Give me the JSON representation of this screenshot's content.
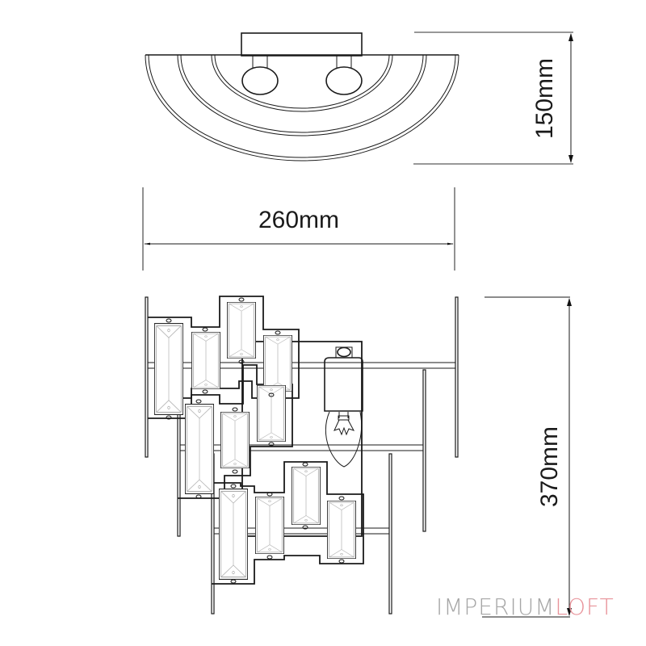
{
  "drawing": {
    "title": "Wall sconce technical drawing",
    "dimensions": {
      "depth": {
        "label": "150mm",
        "value": 150,
        "unit": "mm",
        "orientation": "vertical"
      },
      "width": {
        "label": "260mm",
        "value": 260,
        "unit": "mm",
        "orientation": "horizontal"
      },
      "height": {
        "label": "370mm",
        "value": 370,
        "unit": "mm",
        "orientation": "vertical"
      }
    },
    "views": [
      {
        "name": "top-view",
        "description": "Half-round plan view with wall plate, two bulb holders and three concentric arcs"
      },
      {
        "name": "front-view",
        "description": "Front elevation with staggered rectangular crystal panels on metal frame and candle bulb"
      }
    ],
    "colors": {
      "line": "#1a1a1a",
      "extension_line": "#777777",
      "facet": "#b5b5b5",
      "watermark_gray": "#a6a6a6",
      "watermark_red": "#e8939a"
    }
  },
  "watermark": {
    "part1": "IMPERIUM",
    "part2": "LOFT"
  }
}
